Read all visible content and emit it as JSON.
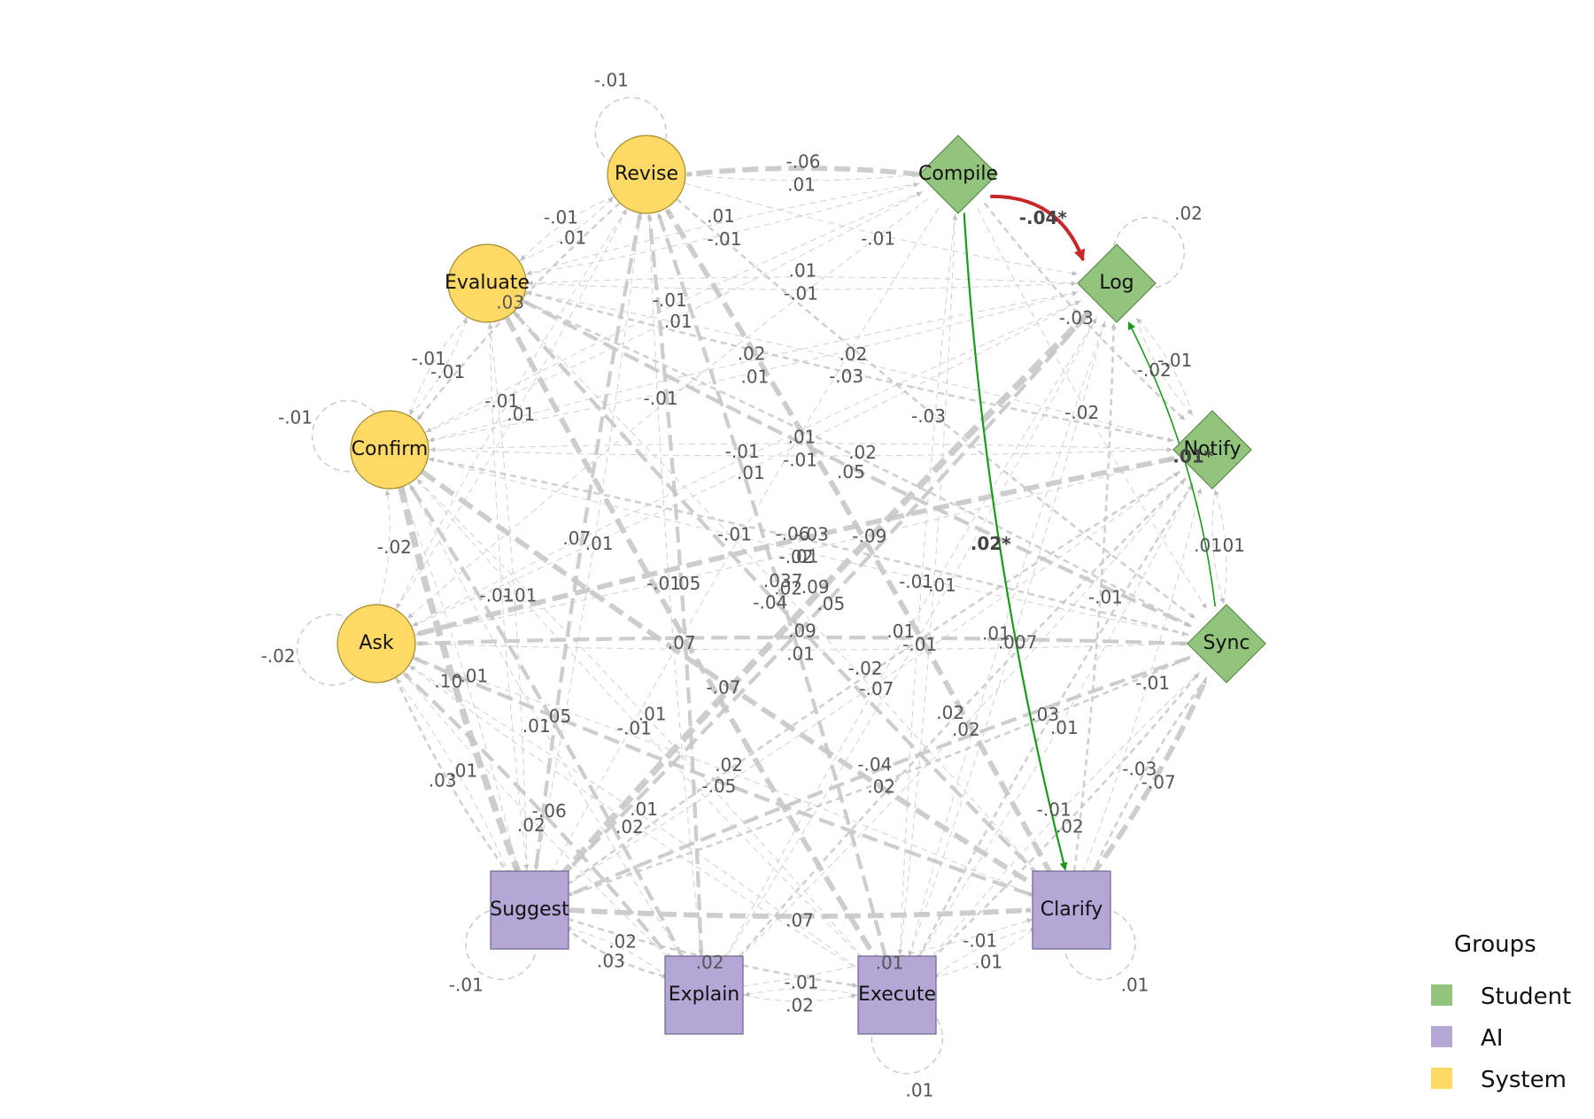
{
  "colors": {
    "Student": "#93c47d",
    "AI": "#b4a7d6",
    "System": "#ffd966",
    "edge_gray": "#c8c8c8",
    "sig_positive": "#1a9a1a",
    "sig_negative": "#c62828"
  },
  "groups": [
    {
      "name": "Student",
      "shape": "diamond"
    },
    {
      "name": "AI",
      "shape": "square"
    },
    {
      "name": "System",
      "shape": "circle"
    }
  ],
  "legend": {
    "title": "Groups",
    "items": [
      "Student",
      "AI",
      "System"
    ]
  },
  "nodes": [
    {
      "id": "Compile",
      "label": "Compile",
      "group": "Student"
    },
    {
      "id": "Log",
      "label": "Log",
      "group": "Student"
    },
    {
      "id": "Notify",
      "label": "Notify",
      "group": "Student"
    },
    {
      "id": "Sync",
      "label": "Sync",
      "group": "Student"
    },
    {
      "id": "Clarify",
      "label": "Clarify",
      "group": "AI"
    },
    {
      "id": "Execute",
      "label": "Execute",
      "group": "AI"
    },
    {
      "id": "Explain",
      "label": "Explain",
      "group": "AI"
    },
    {
      "id": "Suggest",
      "label": "Suggest",
      "group": "AI"
    },
    {
      "id": "Ask",
      "label": "Ask",
      "group": "System"
    },
    {
      "id": "Confirm",
      "label": "Confirm",
      "group": "System"
    },
    {
      "id": "Evaluate",
      "label": "Evaluate",
      "group": "System"
    },
    {
      "id": "Revise",
      "label": "Revise",
      "group": "System"
    }
  ],
  "self_loops": [
    {
      "node": "Revise",
      "label": "-.01"
    },
    {
      "node": "Log",
      "label": ".02"
    },
    {
      "node": "Confirm",
      "label": "-.01"
    },
    {
      "node": "Ask",
      "label": "-.02"
    },
    {
      "node": "Suggest",
      "label": "-.01"
    },
    {
      "node": "Execute",
      "label": ".01"
    },
    {
      "node": "Clarify",
      "label": ".01"
    }
  ],
  "significant_edges": [
    {
      "from": "Compile",
      "to": "Log",
      "label": "-.04*",
      "sign": "negative"
    },
    {
      "from": "Compile",
      "to": "Clarify",
      "label": ".02*",
      "sign": "positive"
    },
    {
      "from": "Sync",
      "to": "Log",
      "label": ".01*",
      "sign": "positive"
    }
  ],
  "edges": [
    {
      "from": "Revise",
      "to": "Compile",
      "label": ".01",
      "w": 1
    },
    {
      "from": "Compile",
      "to": "Revise",
      "label": "-.06",
      "w": 4
    },
    {
      "from": "Evaluate",
      "to": "Compile",
      "label": "-.01",
      "w": 1
    },
    {
      "from": "Confirm",
      "to": "Compile",
      "label": ".01",
      "w": 1
    },
    {
      "from": "Revise",
      "to": "Log",
      "label": "-.01",
      "w": 1
    },
    {
      "from": "Compile",
      "to": "Notify",
      "label": "-.03",
      "w": 2
    },
    {
      "from": "Compile",
      "to": "Ask",
      "label": "-.01",
      "w": 1
    },
    {
      "from": "Revise",
      "to": "Evaluate",
      "label": "-.01",
      "w": 1
    },
    {
      "from": "Evaluate",
      "to": "Revise",
      "label": ".01",
      "w": 1
    },
    {
      "from": "Explain",
      "to": "Revise",
      "label": ".05",
      "w": 3
    },
    {
      "from": "Revise",
      "to": "Sync",
      "label": "-.03",
      "w": 2
    },
    {
      "from": "Evaluate",
      "to": "Log",
      "label": "-.01",
      "w": 1
    },
    {
      "from": "Evaluate",
      "to": "Notify",
      "label": "-.03",
      "w": 2
    },
    {
      "from": "Log",
      "to": "Evaluate",
      "label": ".01",
      "w": 1
    },
    {
      "from": "Sync",
      "to": "Evaluate",
      "label": ".02",
      "w": 2
    },
    {
      "from": "Evaluate",
      "to": "Clarify",
      "label": "-.04",
      "w": 3
    },
    {
      "from": "Evaluate",
      "to": "Execute",
      "label": ".07",
      "w": 4
    },
    {
      "from": "Notify",
      "to": "Evaluate",
      "label": ".02",
      "w": 1
    },
    {
      "from": "Evaluate",
      "to": "Sync",
      "label": ".05",
      "w": 3
    },
    {
      "from": "Evaluate",
      "to": "Confirm",
      "label": "-.01",
      "w": 1
    },
    {
      "from": "Confirm",
      "to": "Evaluate",
      "label": "-.01",
      "w": 1
    },
    {
      "from": "Suggest",
      "to": "Evaluate",
      "label": "-.01",
      "w": 1
    },
    {
      "from": "Confirm",
      "to": "Log",
      "label": ".01",
      "w": 1
    },
    {
      "from": "Notify",
      "to": "Confirm",
      "label": ".01",
      "w": 1
    },
    {
      "from": "Confirm",
      "to": "Sync",
      "label": ".01",
      "w": 1
    },
    {
      "from": "Revise",
      "to": "Explain",
      "label": "-.01",
      "w": 1
    },
    {
      "from": "Log",
      "to": "Explain",
      "label": ".01",
      "w": 1
    },
    {
      "from": "Confirm",
      "to": "Clarify",
      "label": "-.07",
      "w": 4
    },
    {
      "from": "Sync",
      "to": "Confirm",
      "label": "-.03",
      "w": 2
    },
    {
      "from": "Log",
      "to": "Suggest",
      "label": ".09",
      "w": 5
    },
    {
      "from": "Ask",
      "to": "Confirm",
      "label": "-.02",
      "w": 1
    },
    {
      "from": "Suggest",
      "to": "Confirm",
      "label": "-.01",
      "w": 1
    },
    {
      "from": "Execute",
      "to": "Confirm",
      "label": ".01",
      "w": 1
    },
    {
      "from": "Clarify",
      "to": "Ask",
      "label": ".02",
      "w": 1
    },
    {
      "from": "Notify",
      "to": "Ask",
      "label": "-.06",
      "w": 4
    },
    {
      "from": "Sync",
      "to": "Ask",
      "label": ".09",
      "w": 3
    },
    {
      "from": "Confirm",
      "to": "Execute",
      "label": "-.01",
      "w": 1
    },
    {
      "from": "Ask",
      "to": "Log",
      "label": ".01",
      "w": 1
    },
    {
      "from": "Ask",
      "to": "Execute",
      "label": ".02",
      "w": 1
    },
    {
      "from": "Ask",
      "to": "Clarify",
      "label": "-.05",
      "w": 3
    },
    {
      "from": "Ask",
      "to": "Notify",
      "label": "-.02",
      "w": 1
    },
    {
      "from": "Suggest",
      "to": "Ask",
      "label": ".01",
      "w": 1
    },
    {
      "from": "Ask",
      "to": "Suggest",
      "label": ".03",
      "w": 2
    },
    {
      "from": "Explain",
      "to": "Ask",
      "label": "-.06",
      "w": 3
    },
    {
      "from": "Confirm",
      "to": "Explain",
      "label": ".01",
      "w": 1
    },
    {
      "from": "Execute",
      "to": "Ask",
      "label": ".01",
      "w": 1
    },
    {
      "from": "Ask",
      "to": "Explain",
      "label": ".02",
      "w": 1
    },
    {
      "from": "Suggest",
      "to": "Sync",
      "label": ".02",
      "w": 2
    },
    {
      "from": "Confirm",
      "to": "Suggest",
      "label": ".10",
      "w": 5
    },
    {
      "from": "Suggest",
      "to": "Log",
      "label": ".05",
      "w": 3
    },
    {
      "from": "Suggest",
      "to": "Clarify",
      "label": ".07",
      "w": 4
    },
    {
      "from": "Explain",
      "to": "Log",
      "label": "-.01",
      "w": 1
    },
    {
      "from": "Explain",
      "to": "Suggest",
      "label": ".02",
      "w": 1
    },
    {
      "from": "Suggest",
      "to": "Explain",
      "label": ".03",
      "w": 2
    },
    {
      "from": "Explain",
      "to": "Execute",
      "label": ".02",
      "w": 1
    },
    {
      "from": "Execute",
      "to": "Explain",
      "label": "-.01",
      "w": 1
    },
    {
      "from": "Suggest",
      "to": "Execute",
      "label": ".02",
      "w": 2
    },
    {
      "from": "Explain",
      "to": "Clarify",
      "label": ".01",
      "w": 1
    },
    {
      "from": "Execute",
      "to": "Log",
      "label": ".007",
      "w": 1
    },
    {
      "from": "Execute",
      "to": "Revise",
      "label": ".037",
      "w": 3
    },
    {
      "from": "Execute",
      "to": "Compile",
      "label": "-.01",
      "w": 1
    },
    {
      "from": "Clarify",
      "to": "Execute",
      "label": "-.01",
      "w": 1
    },
    {
      "from": "Execute",
      "to": "Clarify",
      "label": ".01",
      "w": 1
    },
    {
      "from": "Execute",
      "to": "Sync",
      "label": ".02",
      "w": 2
    },
    {
      "from": "Execute",
      "to": "Notify",
      "label": ".01",
      "w": 1
    },
    {
      "from": "Clarify",
      "to": "Log",
      "label": "-.01",
      "w": 2
    },
    {
      "from": "Clarify",
      "to": "Notify",
      "label": "-.01",
      "w": 1
    },
    {
      "from": "Clarify",
      "to": "Sync",
      "label": "-.07",
      "w": 4
    },
    {
      "from": "Sync",
      "to": "Clarify",
      "label": "-.03",
      "w": 2
    },
    {
      "from": "Clarify",
      "to": "Revise",
      "label": "-.09",
      "w": 4
    },
    {
      "from": "Clarify",
      "to": "Evaluate",
      "label": ".02",
      "w": 1
    },
    {
      "from": "Sync",
      "to": "Execute",
      "label": "-.01",
      "w": 1
    },
    {
      "from": "Sync",
      "to": "Suggest",
      "label": "-.04",
      "w": 3
    },
    {
      "from": "Log",
      "to": "Notify",
      "label": "-.02",
      "w": 1
    },
    {
      "from": "Notify",
      "to": "Log",
      "label": "-.01",
      "w": 1
    },
    {
      "from": "Notify",
      "to": "Sync",
      "label": ".01",
      "w": 1
    },
    {
      "from": "Sync",
      "to": "Notify",
      "label": ".01",
      "w": 1
    },
    {
      "from": "Notify",
      "to": "Explain",
      "label": ".02",
      "w": 2
    },
    {
      "from": "Notify",
      "to": "Execute",
      "label": ".03",
      "w": 2
    },
    {
      "from": "Notify",
      "to": "Suggest",
      "label": "-.02",
      "w": 2
    },
    {
      "from": "Log",
      "to": "Confirm",
      "label": ".02",
      "w": 1
    },
    {
      "from": "Log",
      "to": "Execute",
      "label": ".01",
      "w": 1
    },
    {
      "from": "Log",
      "to": "Ask",
      "label": "-.01",
      "w": 1
    },
    {
      "from": "Compile",
      "to": "Evaluate",
      "label": ".01",
      "w": 1
    },
    {
      "from": "Compile",
      "to": "Confirm",
      "label": "-.01",
      "w": 1
    },
    {
      "from": "Compile",
      "to": "Suggest",
      "label": "-.01",
      "w": 1
    },
    {
      "from": "Compile",
      "to": "Sync",
      "label": "-.02",
      "w": 1
    },
    {
      "from": "Compile",
      "to": "Execute",
      "label": "-.01",
      "w": 1
    },
    {
      "from": "Revise",
      "to": "Confirm",
      "label": ".03",
      "w": 2
    },
    {
      "from": "Revise",
      "to": "Ask",
      "label": "-.01",
      "w": 1
    },
    {
      "from": "Revise",
      "to": "Suggest",
      "label": ".07",
      "w": 3
    },
    {
      "from": "Confirm",
      "to": "Notify",
      "label": "-.01",
      "w": 1
    },
    {
      "from": "Suggest",
      "to": "Notify",
      "label": "-.07",
      "w": 1
    },
    {
      "from": "Explain",
      "to": "Notify",
      "label": ".02",
      "w": 1
    },
    {
      "from": "Evaluate",
      "to": "Suggest",
      "label": "-.01",
      "w": 1
    },
    {
      "from": "Ask",
      "to": "Sync",
      "label": ".01",
      "w": 1
    },
    {
      "from": "Suggest",
      "to": "Revise",
      "label": ".01",
      "w": 1
    },
    {
      "from": "Ask",
      "to": "Revise",
      "label": ".01",
      "w": 1
    },
    {
      "from": "Explain",
      "to": "Confirm",
      "label": ".05",
      "w": 3
    }
  ]
}
